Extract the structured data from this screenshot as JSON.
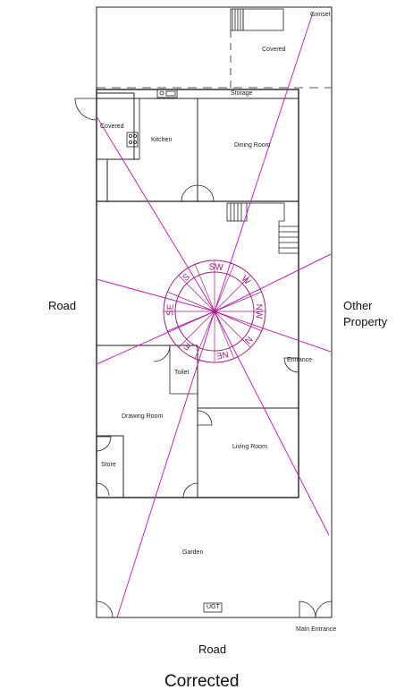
{
  "outside": {
    "road_left": "Road",
    "road_bottom": "Road",
    "other_property_line1": "Other",
    "other_property_line2": "Property"
  },
  "rooms": {
    "gonset": "Gonset",
    "covered_top": "Covered",
    "storage": "Storage",
    "covered_left": "Covered",
    "kitchen": "Kitchen",
    "dining_room": "Dining Room",
    "entrance": "Entrance",
    "toilet": "Toilet",
    "drawing_room": "Drawing Room",
    "store": "Store",
    "living_room": "Living Room",
    "garden": "Garden",
    "ugt": "UGT",
    "main_entrance": "Main Entrance"
  },
  "compass": {
    "labels": [
      "SW",
      "W",
      "NW",
      "N",
      "NE",
      "E",
      "SE",
      "S"
    ]
  },
  "caption": "Corrected",
  "colors": {
    "walls": "#222222",
    "compass": "#a0207e",
    "lines": "#c026c0"
  }
}
